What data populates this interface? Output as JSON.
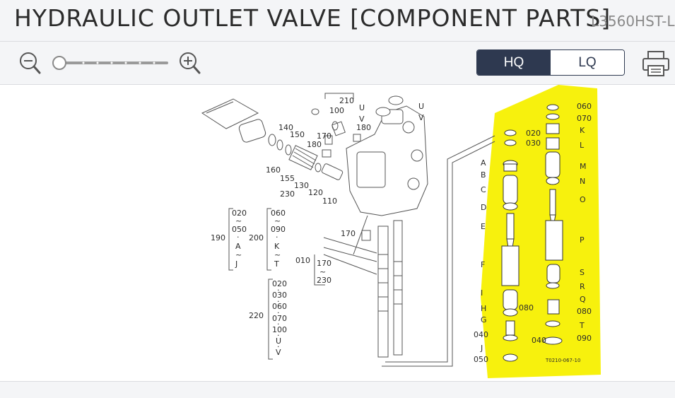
{
  "header": {
    "title": "HYDRAULIC OUTLET VALVE [COMPONENT PARTS]",
    "model": "L3560HST-L"
  },
  "toolbar": {
    "zoom_out_icon": "magnifier-minus-icon",
    "zoom_in_icon": "magnifier-plus-icon",
    "print_icon": "printer-icon",
    "zoom_level": 0,
    "quality": {
      "hq_label": "HQ",
      "lq_label": "LQ",
      "selected": "HQ"
    }
  },
  "colors": {
    "highlight": "#f7f000",
    "accent": "#2e3950",
    "bar_bg": "#f4f5f7"
  },
  "diagram": {
    "left_callouts": [
      "210",
      "100",
      "U",
      "V",
      "U",
      "V",
      "170",
      "180",
      "140",
      "150",
      "180",
      "160",
      "155",
      "130",
      "120",
      "230",
      "110",
      "170"
    ],
    "group_190": {
      "label": "190",
      "items": [
        "020",
        "~",
        "050",
        "·",
        "A",
        "~",
        "J"
      ]
    },
    "group_200": {
      "label": "200",
      "items": [
        "060",
        "~",
        "090",
        "·",
        "K",
        "~",
        "T"
      ]
    },
    "group_010": {
      "label": "010",
      "items": [
        "170",
        "~",
        "230"
      ]
    },
    "group_220": {
      "label": "220",
      "items": [
        "020",
        "·",
        "030",
        "·",
        "060",
        "·",
        "070",
        "·",
        "100",
        "·",
        "U",
        "·",
        "V"
      ]
    },
    "left_stack_labels": [
      "A",
      "B",
      "C",
      "D",
      "E",
      "F",
      "I",
      "H",
      "G",
      "040",
      "J",
      "050"
    ],
    "left_stack_right_labels": [
      "020",
      "030",
      "040"
    ],
    "right_stack_labels": [
      "060",
      "070",
      "K",
      "L",
      "M",
      "N",
      "O",
      "P",
      "S",
      "R",
      "Q",
      "080",
      "T",
      "090"
    ],
    "right_stack_left_labels": [
      "080"
    ],
    "figure_code": "T0210-067-10"
  }
}
